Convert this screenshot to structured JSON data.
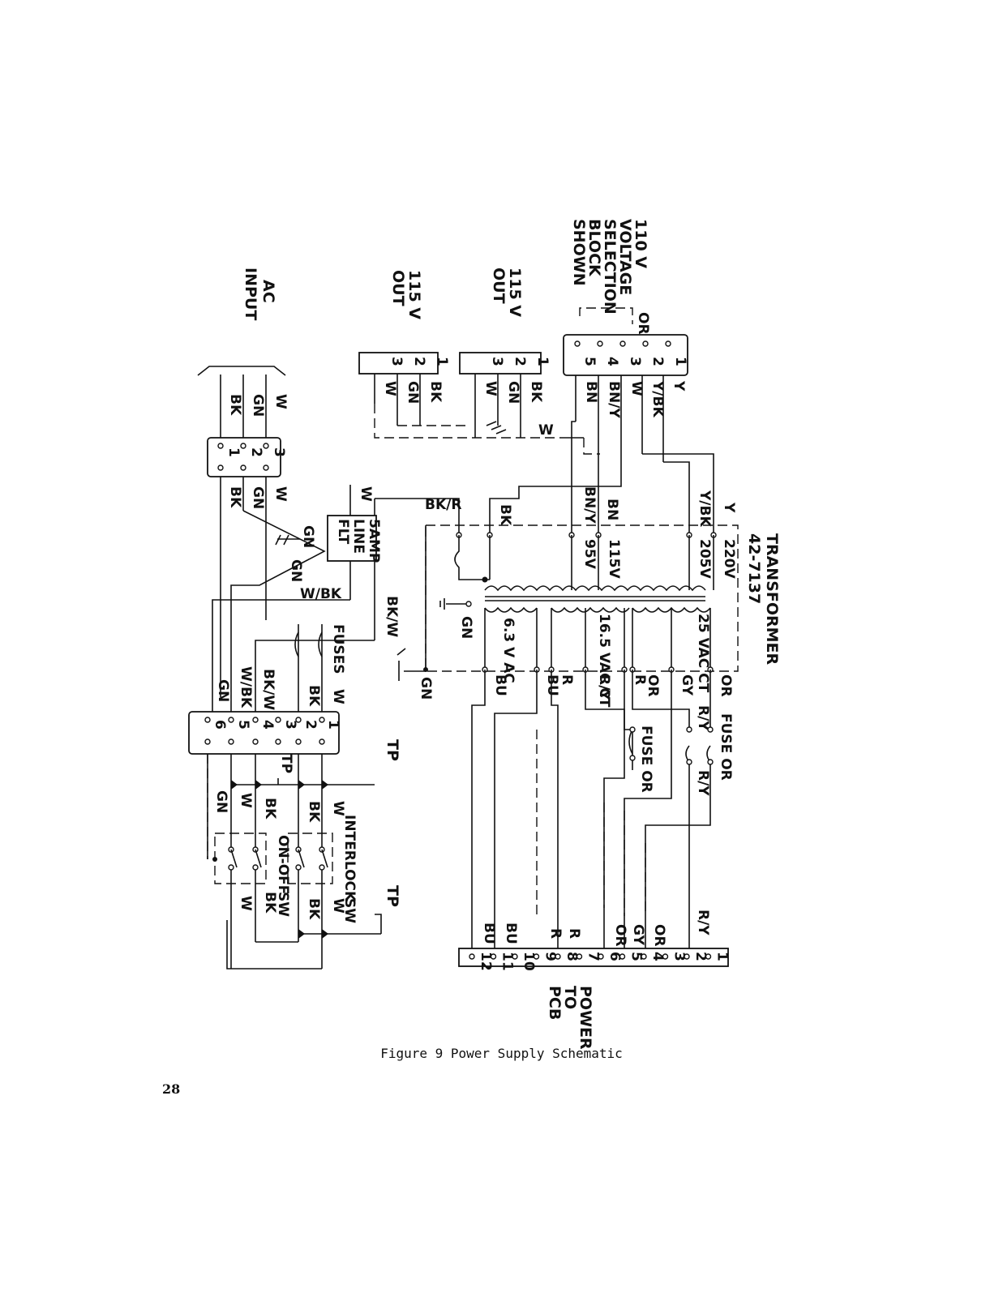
{
  "figure": {
    "caption": "Figure 9   Power Supply Schematic",
    "page_number": "28"
  },
  "labels": {
    "ac_input": [
      "AC",
      "INPUT"
    ],
    "out_115_a": [
      "115 V",
      "OUT"
    ],
    "out_115_b": [
      "115 V",
      "OUT"
    ],
    "voltage_block": [
      "110 V",
      "VOLTAGE",
      "SELECTION",
      "BLOCK",
      "SHOWN"
    ],
    "transformer": [
      "TRANSFORMER",
      "42-7137"
    ],
    "power_to_pcb": [
      "POWER",
      "TO",
      "PCB"
    ],
    "line_filter": [
      "5AMP",
      "LINE",
      "FLT"
    ],
    "fuses": "FUSES",
    "fuse_or_1": "FUSE OR",
    "fuse_or_2": "FUSE OR",
    "tp": "TP",
    "on_off_sw": [
      "ON-OFF",
      "SW"
    ],
    "interlock_sw": [
      "INTERLOCK",
      "SW"
    ],
    "or": "OR",
    "gn": "GN",
    "bkr": "BK/R",
    "wbk": "W/BK",
    "bkw": "BK/W"
  },
  "wire_codes": {
    "ac_in": [
      "BK",
      "GN",
      "W"
    ],
    "ac_in_pins": [
      "1",
      "2",
      "3"
    ],
    "out_a_pins": [
      "1",
      "2",
      "3"
    ],
    "out_a_wires": [
      "BK",
      "GN",
      "W"
    ],
    "out_b_pins": [
      "1",
      "2",
      "3"
    ],
    "out_b_wires": [
      "BK",
      "GN",
      "W"
    ],
    "voltage_pins": [
      "1",
      "2",
      "3",
      "4",
      "5"
    ],
    "voltage_wires": [
      "Y",
      "Y/BK",
      "W",
      "BN/Y",
      "BN"
    ],
    "primary_taps": [
      "95V",
      "115V",
      "205V",
      "220V"
    ],
    "primary_wires": [
      "BK",
      "BN/Y",
      "BN",
      "Y/BK",
      "Y"
    ],
    "secondaries": [
      "6.3 V AC",
      "16.5 VAC CT",
      "25 VAC CT"
    ],
    "secondary_wires": [
      "BU",
      "BU",
      "R",
      "R/Y",
      "R",
      "OR",
      "GY",
      "OR"
    ],
    "switch_block_pins": [
      "1",
      "2",
      "3",
      "4",
      "5",
      "6"
    ],
    "switch_block_wires": [
      "W",
      "BK",
      "BK/W",
      "W/BK",
      "GN"
    ],
    "pcb_pins": [
      "1",
      "2",
      "3",
      "4",
      "5",
      "6",
      "7",
      "8",
      "9",
      "10",
      "11",
      "12"
    ],
    "pcb_wires": [
      "R/Y",
      "OR",
      "GY",
      "OR",
      "R",
      "R",
      "BU",
      "BU"
    ],
    "fuse_wires": [
      "R/Y",
      "R/Y"
    ]
  }
}
